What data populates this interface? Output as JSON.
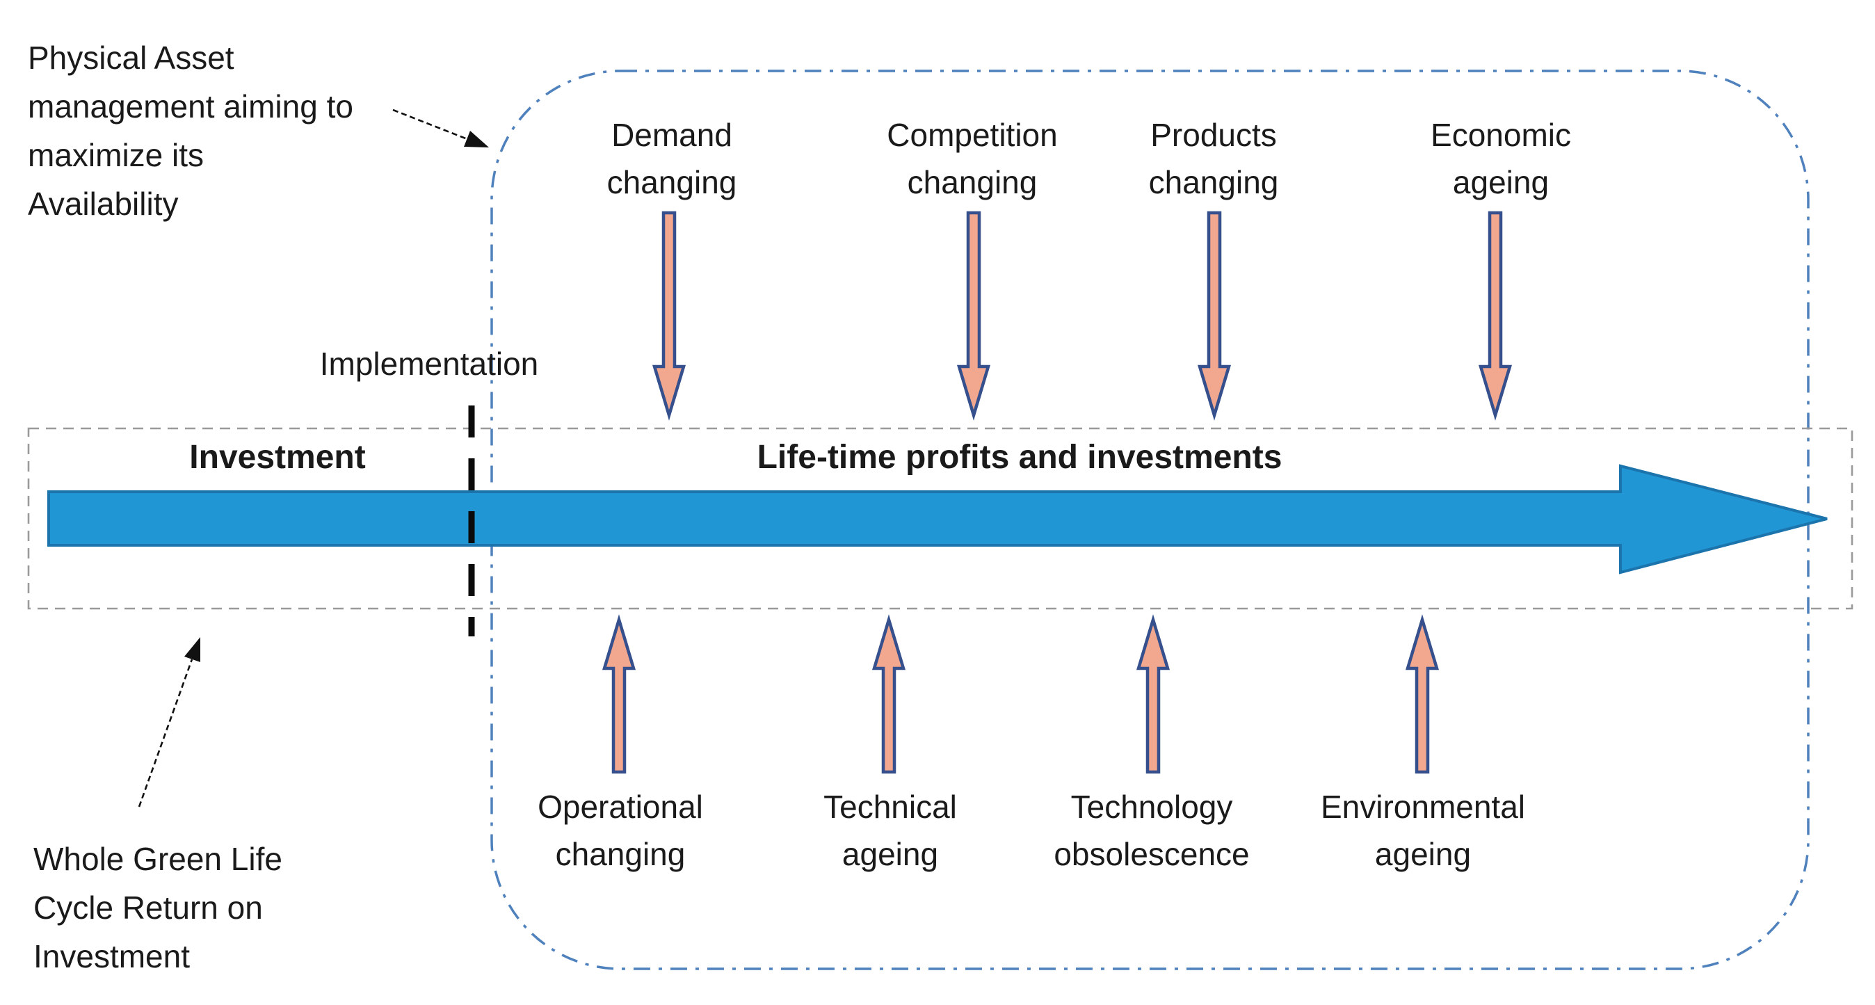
{
  "colors": {
    "accent-blue": "#2196d4",
    "accent-blue-border": "#1b74ac",
    "box-dash-blue": "#4f81bd",
    "gray-dash": "#9a9a9a",
    "small-arrow-border": "#35508c",
    "small-arrow-fill": "#f2a78f",
    "text": "#1a1a1a",
    "bg": "#ffffff"
  },
  "annotations": {
    "asset_management": {
      "lines": [
        "Physical Asset",
        "management aiming to",
        "maximize its",
        "Availability"
      ]
    },
    "green_life_cycle": {
      "lines": [
        "Whole Green Life",
        "Cycle Return on",
        "Investment"
      ]
    }
  },
  "timeline": {
    "implementation_label": "Implementation",
    "investment_label": "Investment",
    "lifetime_label": "Life-time profits and investments"
  },
  "top_factors": [
    {
      "line1": "Demand",
      "line2": "changing"
    },
    {
      "line1": "Competition",
      "line2": "changing"
    },
    {
      "line1": "Products",
      "line2": "changing"
    },
    {
      "line1": "Economic",
      "line2": "ageing"
    }
  ],
  "bottom_factors": [
    {
      "line1": "Operational",
      "line2": "changing"
    },
    {
      "line1": "Technical",
      "line2": "ageing"
    },
    {
      "line1": "Technology",
      "line2": "obsolescence"
    },
    {
      "line1": "Environmental",
      "line2": "ageing"
    }
  ]
}
